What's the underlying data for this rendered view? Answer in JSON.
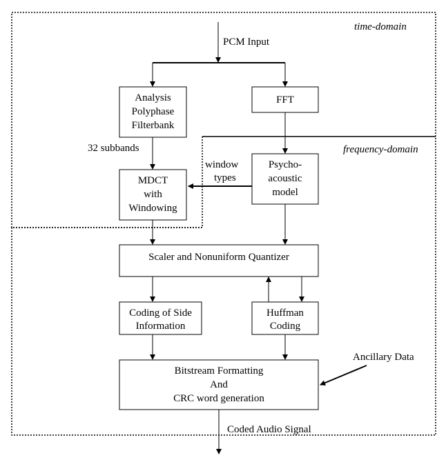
{
  "regions": {
    "time_domain": "time-domain",
    "frequency_domain": "frequency-domain"
  },
  "blocks": {
    "analysis": [
      "Analysis",
      "Polyphase",
      "Filterbank"
    ],
    "fft": [
      "FFT"
    ],
    "psycho": [
      "Psycho-",
      "acoustic",
      "model"
    ],
    "mdct": [
      "MDCT",
      "with",
      "Windowing"
    ],
    "quantizer": [
      "Scaler and Nonuniform Quantizer"
    ],
    "side_info": [
      "Coding of Side",
      "Information"
    ],
    "huffman": [
      "Huffman",
      "Coding"
    ],
    "bitstream": [
      "Bitstream Formatting",
      "And",
      "CRC word generation"
    ]
  },
  "labels": {
    "pcm_input": "PCM Input",
    "subbands": "32 subbands",
    "window_types": [
      "window",
      "types"
    ],
    "ancillary": "Ancillary Data",
    "coded_audio": "Coded Audio Signal"
  }
}
